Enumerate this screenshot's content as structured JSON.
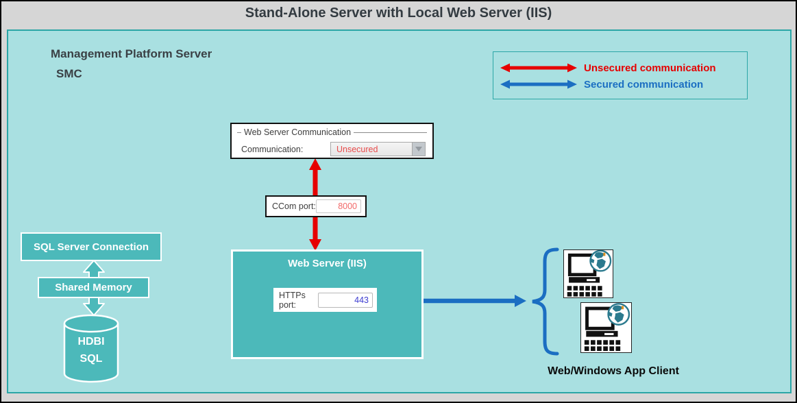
{
  "title": "Stand-Alone Server with Local Web Server (IIS)",
  "platform": {
    "title": "Management Platform Server",
    "subtitle": "SMC"
  },
  "legend": {
    "unsecured_label": "Unsecured communication",
    "secured_label": "Secured communication"
  },
  "web_server_communication": {
    "group_label": "Web Server Communication",
    "field_label": "Communication:",
    "value": "Unsecured"
  },
  "ccom": {
    "label": "CCom port:",
    "value": "8000"
  },
  "web_server": {
    "title": "Web Server (IIS)",
    "https_label": "HTTPs port:",
    "https_value": "443"
  },
  "sql": {
    "connection_label": "SQL Server Connection",
    "shared_memory_label": "Shared Memory",
    "db_line1": "HDBI",
    "db_line2": "SQL"
  },
  "client": {
    "label": "Web/Windows App Client"
  },
  "icons": {
    "legend_unsecured": "red-double-arrow-icon",
    "legend_secured": "blue-double-arrow-icon",
    "dropdown_arrow": "chevron-down-icon",
    "clients": "computer-globe-icon",
    "database": "database-cylinder-icon",
    "brace": "curly-brace-icon",
    "shared_memory_link": "teal-double-arrow-icon"
  },
  "colors": {
    "unsecured_red": "#e60000",
    "secured_blue": "#1b6ec2",
    "container_teal": "#a9e0e1",
    "box_teal": "#4cb9ba",
    "border_teal": "#2ba6a6",
    "ccom_value_red": "#f26a6a",
    "https_value_blue": "#3d3dd0",
    "dropdown_value_red": "#e84c4c"
  }
}
